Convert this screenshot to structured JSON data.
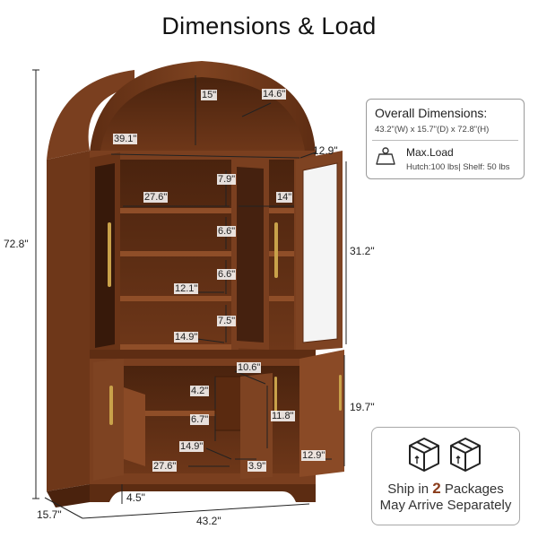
{
  "title": "Dimensions & Load",
  "dimensions": {
    "arch_height": "15\"",
    "arch_depth": "14.6\"",
    "upper_width": "39.1\"",
    "upper_depth": "12.9\"",
    "shelf_width_left": "27.6\"",
    "shelf_top_gap": "7.9\"",
    "shelf_width_right": "14\"",
    "total_height": "72.8\"",
    "shelf_gap_1": "6.6\"",
    "shelf_gap_2": "6.6\"",
    "upper_door_height": "31.2\"",
    "shelf_depth_1": "12.1\"",
    "shelf_gap_3": "7.5\"",
    "shelf_depth_2": "14.9\"",
    "drawer_width": "10.6\"",
    "lower_gap_1": "4.2\"",
    "lower_door_height": "19.7\"",
    "lower_gap_2": "6.7\"",
    "lower_inner_height": "11.8\"",
    "lower_depth_1": "14.9\"",
    "lower_width": "27.6\"",
    "lower_small_gap": "3.9\"",
    "lower_depth_2": "12.9\"",
    "leg_height": "4.5\"",
    "total_depth": "15.7\"",
    "total_width": "43.2\""
  },
  "overall": {
    "heading": "Overall Dimensions:",
    "value": "43.2\"(W) x 15.7\"(D) x 72.8\"(H)"
  },
  "load": {
    "label": "Max.Load",
    "detail": "Hutch:100 lbs| Shelf:  50 lbs",
    "icon": "weight-icon"
  },
  "shipping": {
    "prefix": "Ship in ",
    "count": "2",
    "suffix": " Packages",
    "line2": "May Arrive Separately",
    "icons": [
      "package-box-icon",
      "package-box-icon"
    ]
  },
  "colors": {
    "wood": "#7a3f1f",
    "wood_dark": "#5c2c12",
    "wood_light": "#8f4e28",
    "interior": "#6b3518",
    "handle": "#c9a24a"
  }
}
